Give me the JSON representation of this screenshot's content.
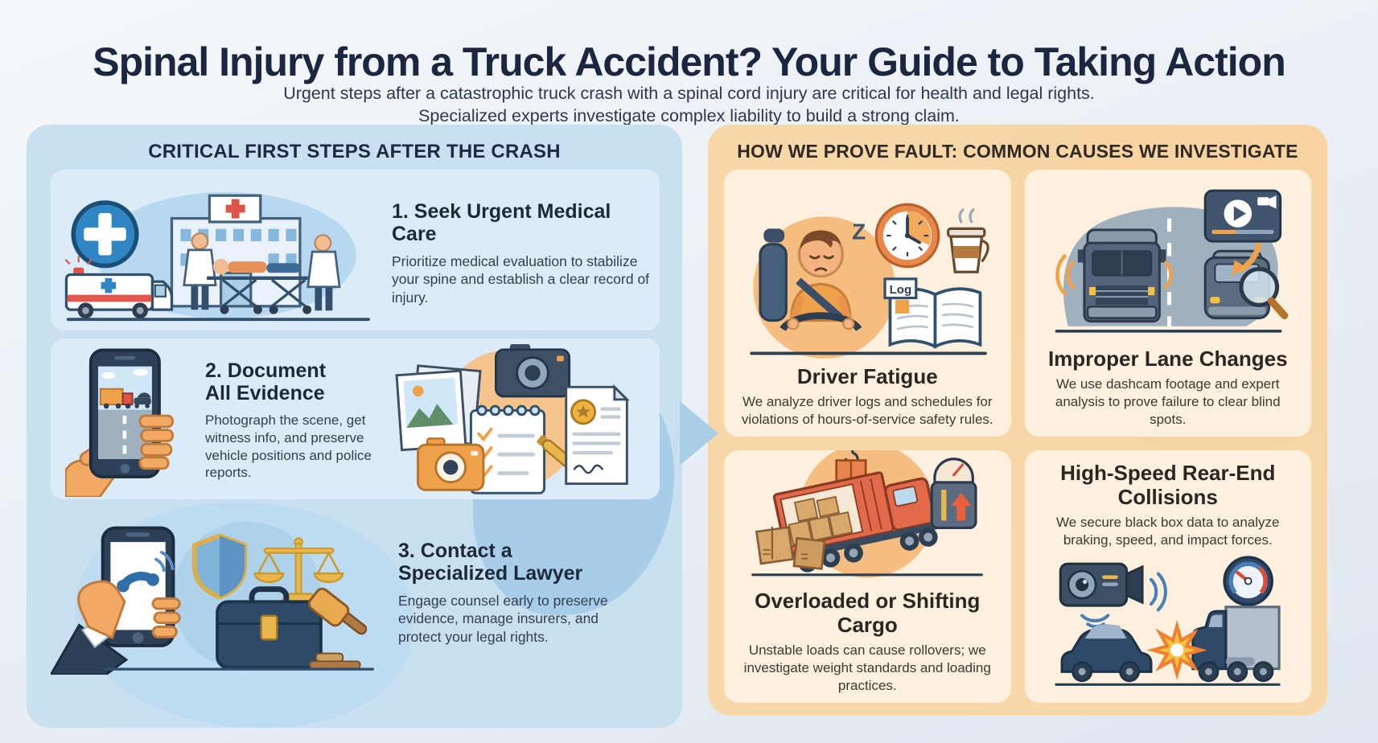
{
  "page": {
    "title": "Spinal Injury from a Truck Accident? Your Guide to Taking Action",
    "subtitle": "Urgent steps after a catastrophic truck crash with a spinal cord injury are critical for health and legal rights. Specialized experts investigate complex liability to build a strong claim."
  },
  "left_panel": {
    "header": "CRITICAL FIRST STEPS AFTER THE CRASH",
    "steps": [
      {
        "title": "1. Seek Urgent Medical Care",
        "body": "Prioritize medical evaluation to stabilize your spine and establish a clear record of injury."
      },
      {
        "title": "2. Document All Evidence",
        "body": "Photograph the scene, get witness info, and preserve vehicle positions and police reports."
      },
      {
        "title": "3. Contact a Specialized Lawyer",
        "body": "Engage counsel early to preserve evidence, manage insurers, and protect your legal rights."
      }
    ]
  },
  "right_panel": {
    "header": "HOW WE PROVE FAULT: COMMON CAUSES WE INVESTIGATE",
    "causes": [
      {
        "title": "Driver Fatigue",
        "body": "We analyze driver logs and schedules for violations of hours-of-service safety rules."
      },
      {
        "title": "Improper Lane Changes",
        "body": "We use dashcam footage and expert analysis to prove failure to clear blind spots."
      },
      {
        "title": "Overloaded or Shifting Cargo",
        "body": "Unstable loads can cause rollovers; we investigate weight standards and loading practices."
      },
      {
        "title": "High-Speed Rear-End Collisions",
        "body": "We secure black box data to analyze braking, speed, and impact forces."
      }
    ]
  },
  "illustrations": {
    "log_label": "Log",
    "sleep_z": "Z",
    "medical_care": [
      "medical-cross-icon",
      "hospital-icon",
      "ambulance-icon",
      "stretcher-patient-icon"
    ],
    "document_evidence": [
      "smartphone-icon",
      "hand-icon",
      "photo-icon",
      "camera-icon",
      "notepad-icon",
      "pen-icon",
      "police-report-icon"
    ],
    "contact_lawyer": [
      "phone-call-icon",
      "shield-icon",
      "scales-icon",
      "briefcase-icon",
      "gavel-icon"
    ],
    "driver_fatigue": [
      "sleepy-driver-icon",
      "clock-icon",
      "coffee-icon",
      "logbook-icon"
    ],
    "lane_change": [
      "truck-front-icon",
      "car-front-icon",
      "video-player-icon",
      "magnifier-icon"
    ],
    "cargo": [
      "crane-hook-icon",
      "tilted-truck-icon",
      "boxes-icon",
      "weight-scale-icon"
    ],
    "rear_end": [
      "dashcam-icon",
      "speedometer-icon",
      "car-icon",
      "truck-icon",
      "explosion-icon"
    ]
  },
  "colors": {
    "background": "#edf1f7",
    "title_navy": "#1b2740",
    "panel_blue": "#c9e0f0",
    "card_blue": "#dbebf7",
    "panel_orange": "#f8d7a9",
    "card_cream": "#fdf0de",
    "accent_orange": "#f0a14b",
    "accent_blue": "#2f86c2",
    "outline_navy": "#2d3e50"
  }
}
